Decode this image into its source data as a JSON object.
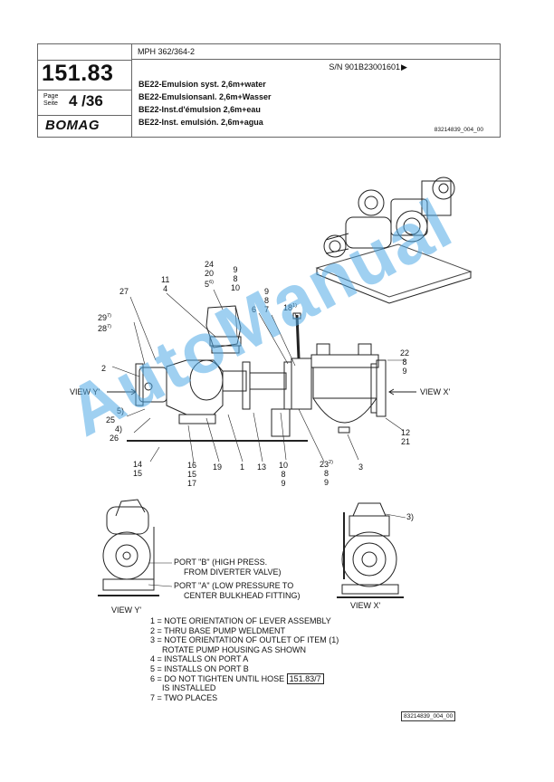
{
  "header": {
    "model": "MPH 362/364-2",
    "serial": "S/N 901B23001601",
    "serial_arrow": "▶",
    "group_number": "151.83",
    "page_label_en": "Page",
    "page_label_de": "Seite",
    "page_number": "4 /36",
    "logo": "BOMAG",
    "titles": [
      "BE22-Emulsion syst. 2,6m+water",
      "BE22-Emulsionsanl. 2,6m+Wasser",
      "BE22-Inst.d'émulsion 2,6m+eau",
      "BE22-Inst. emulsión. 2,6m+agua"
    ],
    "doc_ref": "83214839_004_00"
  },
  "callouts": {
    "c24": "24",
    "c20": "20",
    "c5": "5",
    "c5sup": "6)",
    "c9a": "9",
    "c8a": "8",
    "c10a": "10",
    "c11": "11",
    "c4": "4",
    "c27": "27",
    "c29": "29",
    "c29sup": "7)",
    "c28": "28",
    "c28sup": "7)",
    "c9b": "9",
    "c8b": "8",
    "c7": "7",
    "c6": "6",
    "c18": "18",
    "c18sup": "1)",
    "c2": "2",
    "c22": "22",
    "c8c": "8",
    "c9c": "9",
    "c25": "25",
    "c5b": "5)",
    "c26": "26",
    "c4b": "4)",
    "c12": "12",
    "c21": "21",
    "c14": "14",
    "c15": "15",
    "c16": "16",
    "c15b": "15",
    "c17": "17",
    "c19": "19",
    "c1": "1",
    "c13": "13",
    "c10b": "10",
    "c8d": "8",
    "c9d": "9",
    "c23": "23",
    "c23sup": "2)",
    "c8e": "8",
    "c9e": "9",
    "c3": "3",
    "c3b": "3)"
  },
  "views": {
    "view_y_side": "VIEW Y'",
    "view_x_side": "VIEW X'",
    "view_y_bottom": "VIEW Y'",
    "view_x_bottom": "VIEW X'"
  },
  "ports": {
    "port_b_line1": "PORT \"B\" (HIGH PRESS.",
    "port_b_line2": "FROM DIVERTER VALVE)",
    "port_a_line1": "PORT \"A\" (LOW PRESSURE TO",
    "port_a_line2": "CENTER BULKHEAD FITTING)"
  },
  "notes": {
    "n1": "1 = NOTE ORIENTATION OF LEVER ASSEMBLY",
    "n2": "2 = THRU BASE PUMP WELDMENT",
    "n3": "3 = NOTE ORIENTATION OF OUTLET OF ITEM (1)",
    "n3b": "ROTATE PUMP HOUSING AS SHOWN",
    "n4": "4 = INSTALLS ON PORT A",
    "n5": "5 = INSTALLS ON PORT B",
    "n6": "6 = DO NOT TIGHTEN UNTIL HOSE",
    "n6ref": "151.83/7",
    "n6b": "IS INSTALLED",
    "n7": "7 = TWO PLACES"
  },
  "footer_ref": "83214839_004_00",
  "watermark": "AutoManual"
}
